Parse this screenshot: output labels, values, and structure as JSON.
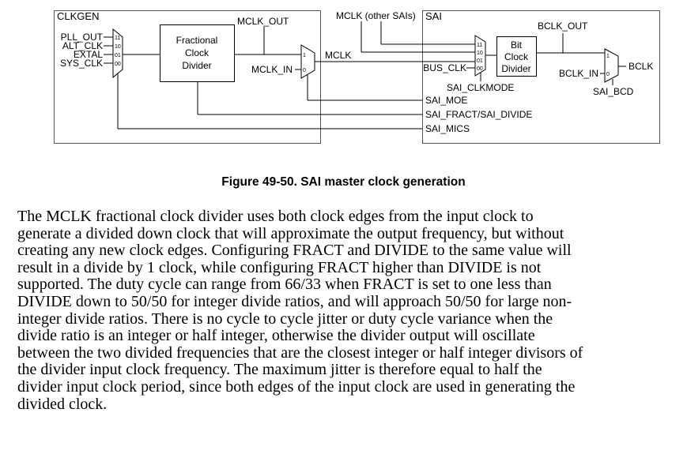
{
  "figure": {
    "clkgen_title": "CLKGEN",
    "sai_title": "SAI",
    "pll_out": "PLL_OUT",
    "alt_clk": "ALT_CLK",
    "extal": "EXTAL",
    "sys_clk": "SYS_CLK",
    "sel_11": "11",
    "sel_10": "10",
    "sel_01": "01",
    "sel_00": "00",
    "sel_1": "1",
    "sel_0": "0",
    "frac_div": [
      "Fractional",
      "Clock",
      "Divider"
    ],
    "mclk_out": "MCLK_OUT",
    "mclk_in": "MCLK_IN",
    "mclk": "MCLK",
    "mclk_other": "MCLK (other SAIs)",
    "bus_clk": "BUS_CLK",
    "sai_clkmode": "SAI_CLKMODE",
    "bit_div": [
      "Bit",
      "Clock",
      "Divider"
    ],
    "bclk_out": "BCLK_OUT",
    "bclk_in": "BCLK_IN",
    "bclk": "BCLK",
    "sai_bcd": "SAI_BCD",
    "sai_moe": "SAI_MOE",
    "sai_fract": "SAI_FRACT/SAI_DIVIDE",
    "sai_mics": "SAI_MICS"
  },
  "caption": "Figure 49-50. SAI master clock generation",
  "paragraph_lines": [
    "The MCLK fractional clock divider uses both clock edges from the input clock to",
    "generate a divided down clock that will approximate the output frequency, but without",
    "creating any new clock edges. Configuring FRACT and DIVIDE to the same value will",
    "result in a divide by 1 clock, while configuring FRACT higher than DIVIDE is not",
    "supported. The duty cycle can range from 66/33 when FRACT is set to one less than",
    "DIVIDE down to 50/50 for integer divide ratios, and will approach 50/50 for large non-",
    "integer divide ratios. There is no cycle to cycle jitter or duty cycle variance when the",
    "divide ratio is an integer or half integer, otherwise the divider output will oscillate",
    "between the two divided frequencies that are the closest integer or half integer divisors of",
    "the divider input clock frequency. The maximum jitter is therefore equal to half the",
    "divider input clock period, since both edges of the input clock are used in generating the",
    "divided clock."
  ]
}
